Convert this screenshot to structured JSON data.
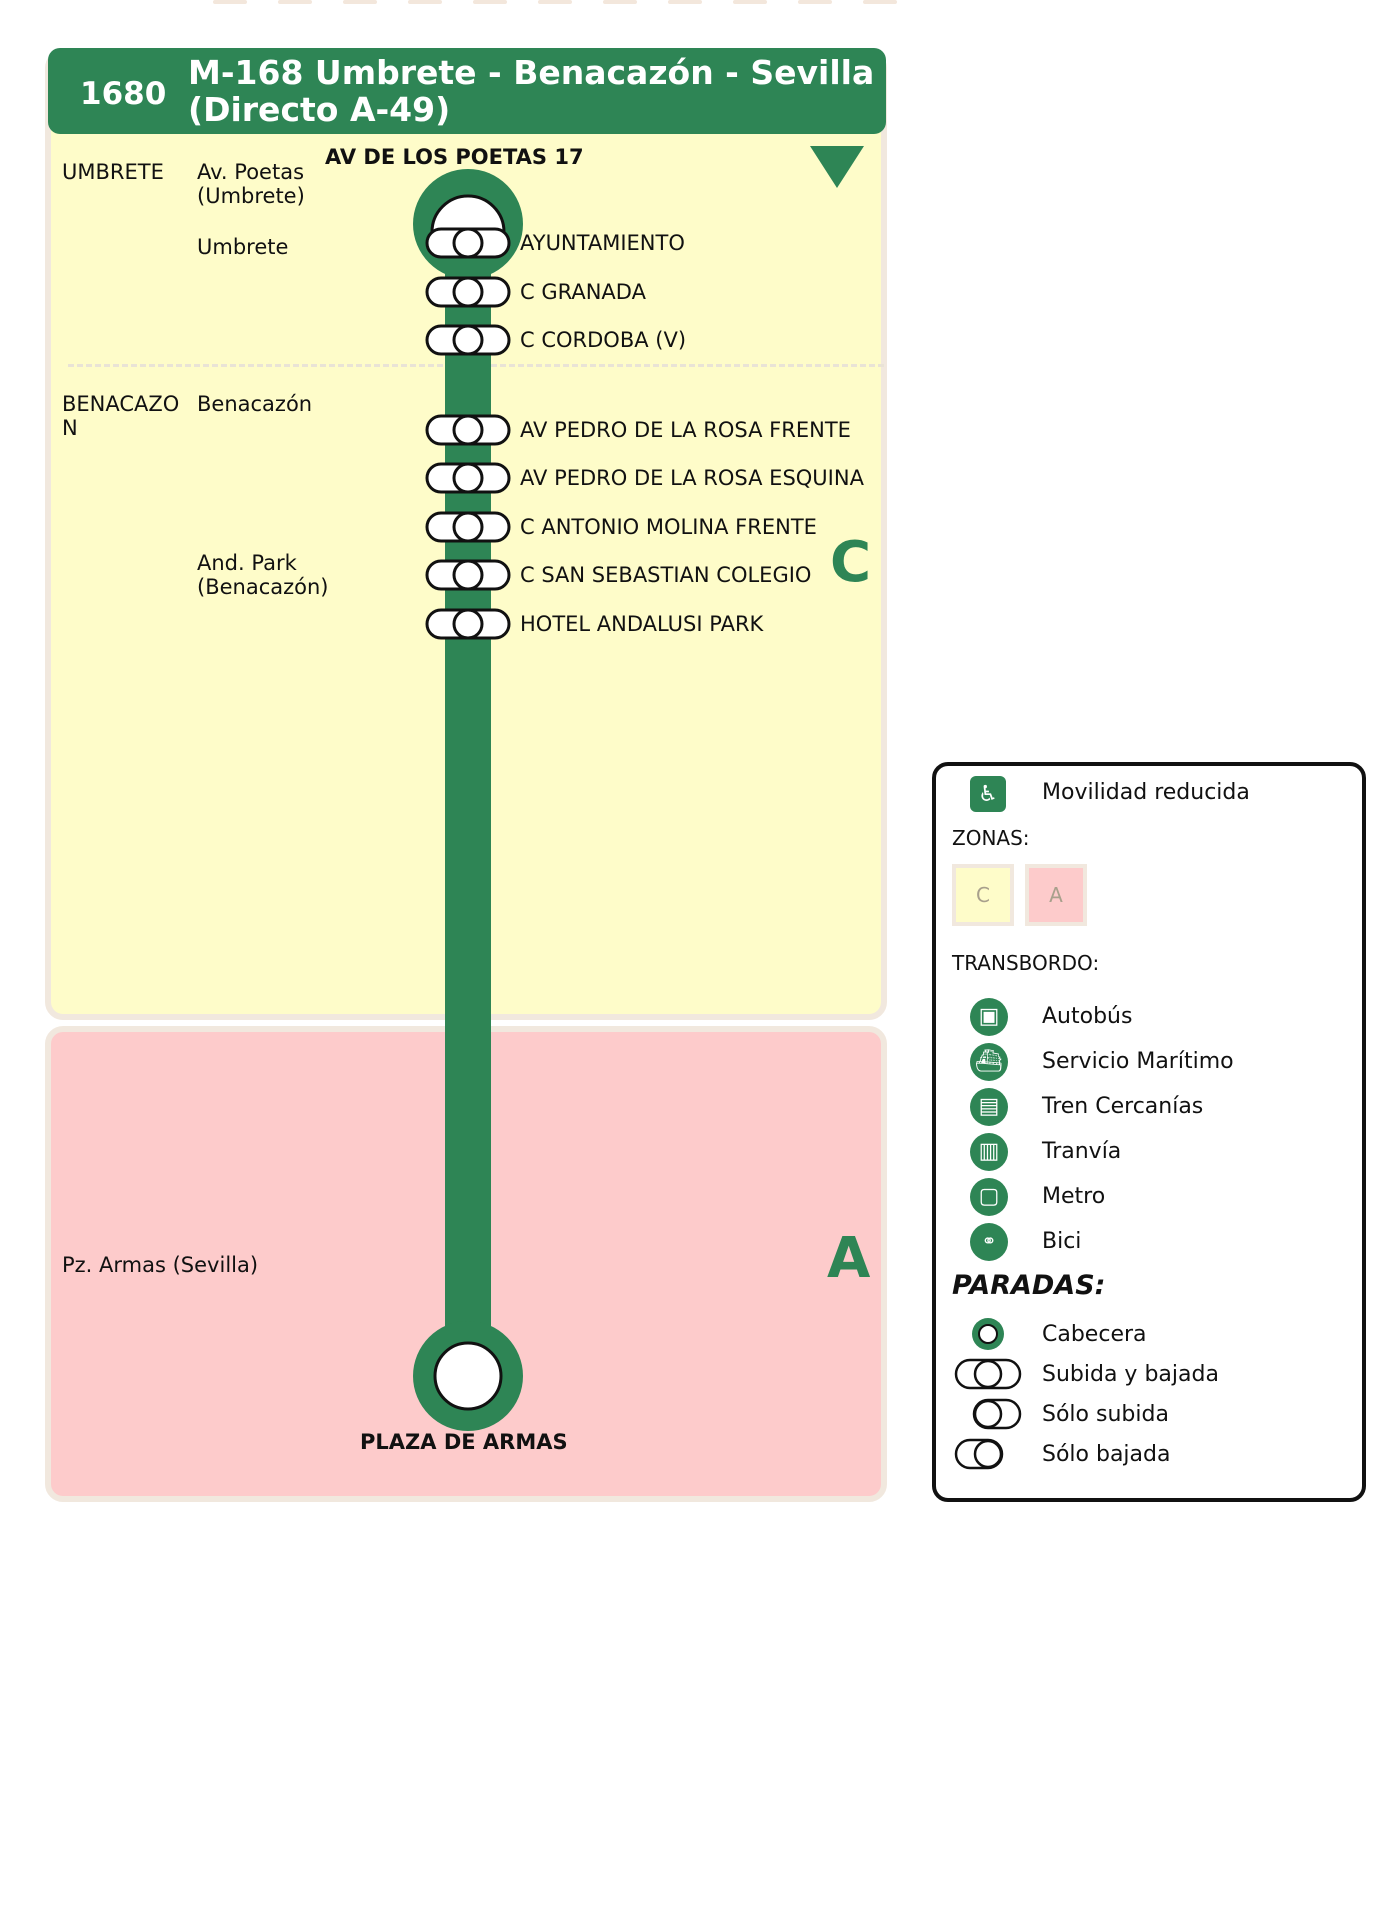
{
  "header": {
    "line_number": "1680",
    "title": "M-168 Umbrete - Benacazón - Sevilla (Directo A-49)"
  },
  "origin_label": "AV DE LOS POETAS 17",
  "zones": [
    {
      "letter": "C",
      "color": "#fefcc9",
      "municipalities": [
        {
          "name": "UMBRETE",
          "places": [
            "Av. Poetas (Umbrete)",
            "Umbrete"
          ],
          "stops": [
            "AYUNTAMIENTO",
            "C GRANADA",
            "C CORDOBA (V)"
          ]
        },
        {
          "name": "BENACAZON",
          "places": [
            "Benacazón",
            "And. Park (Benacazón)"
          ],
          "stops": [
            "AV PEDRO DE LA ROSA FRENTE",
            "AV PEDRO DE LA ROSA ESQUINA",
            "C ANTONIO MOLINA FRENTE",
            "C SAN SEBASTIAN COLEGIO",
            "HOTEL ANDALUSI PARK"
          ]
        }
      ]
    },
    {
      "letter": "A",
      "color": "#fdcbcb",
      "municipalities": [
        {
          "name": "",
          "places": [
            "Pz. Armas (Sevilla)"
          ],
          "stops": [
            "PLAZA DE ARMAS"
          ]
        }
      ]
    }
  ],
  "colors": {
    "line": "#2e8555",
    "zone_border": "#f1e8de"
  },
  "legend": {
    "reduced_mobility": "Movilidad reducida",
    "zones_title": "ZONAS:",
    "zone_c": "C",
    "zone_a": "A",
    "transfer_title": "TRANSBORDO:",
    "transfers": [
      {
        "icon": "bus-icon",
        "label": "Autobús"
      },
      {
        "icon": "ship-icon",
        "label": "Servicio Marítimo"
      },
      {
        "icon": "train-icon",
        "label": "Tren Cercanías"
      },
      {
        "icon": "tram-icon",
        "label": "Tranvía"
      },
      {
        "icon": "metro-icon",
        "label": "Metro"
      },
      {
        "icon": "bike-icon",
        "label": "Bici"
      }
    ],
    "stops_title": "PARADAS:",
    "stop_types": [
      "Cabecera",
      "Subida y bajada",
      "Sólo subida",
      "Sólo bajada"
    ]
  }
}
